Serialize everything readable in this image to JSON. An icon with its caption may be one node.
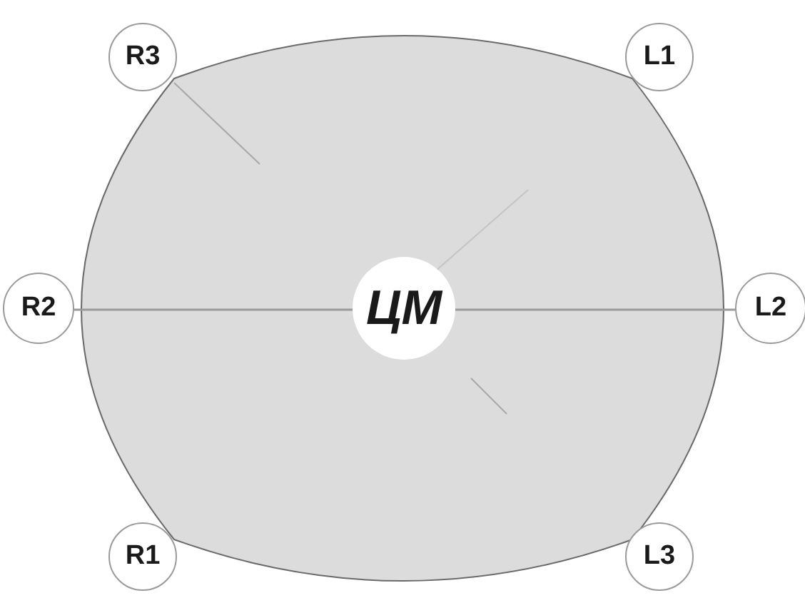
{
  "diagram": {
    "nodes": [
      {
        "text": [
          "R3"
        ]
      },
      {
        "text": [
          "L1"
        ]
      },
      {
        "text": [
          "R2"
        ]
      },
      {
        "text": [
          "ЦМ"
        ]
      },
      {
        "text": [
          "L2"
        ]
      },
      {
        "text": [
          "R1"
        ]
      },
      {
        "text": [
          "L3"
        ]
      }
    ],
    "edges": [
      {
        "from": 2,
        "to": 3,
        "arrow": "none"
      },
      {
        "from": 3,
        "to": 4,
        "arrow": "none"
      }
    ]
  }
}
